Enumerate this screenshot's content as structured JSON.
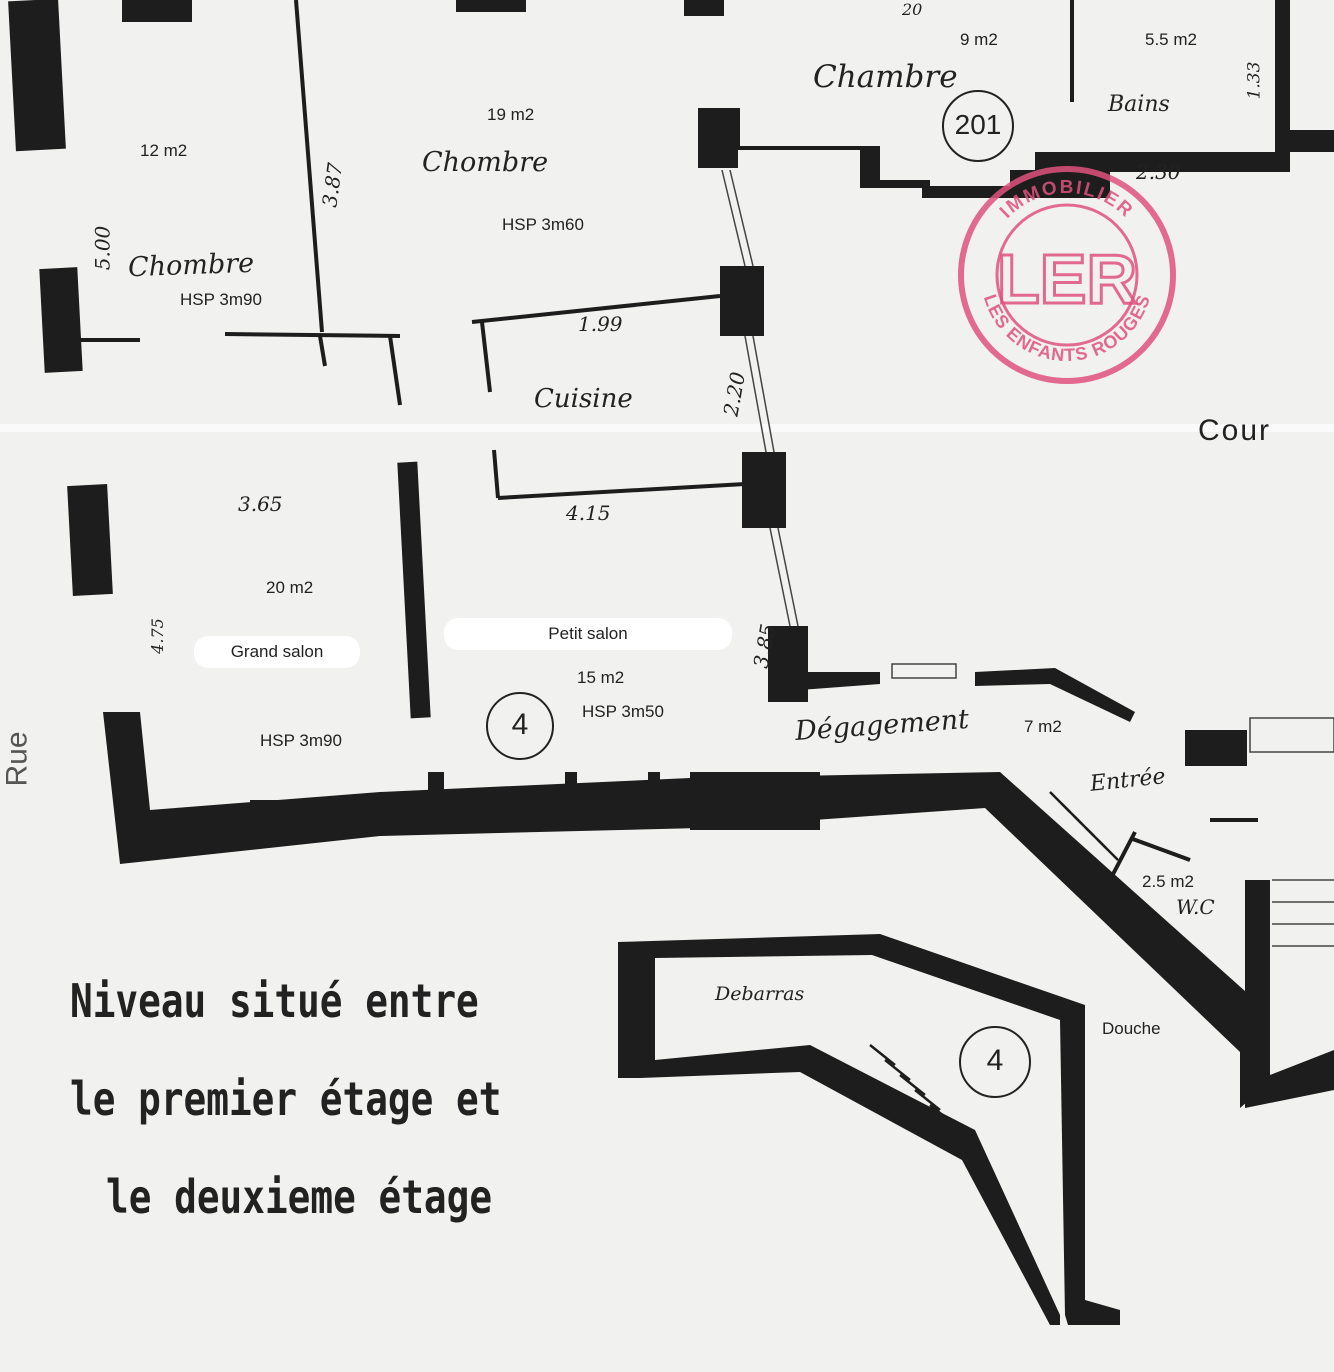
{
  "rooms": {
    "chambre_left": {
      "name": "Chombre",
      "area": "12 m2",
      "height": "HSP 3m90"
    },
    "chambre_mid": {
      "name": "Chombre",
      "area": "19 m2",
      "height": "HSP 3m60"
    },
    "chambre_top": {
      "name": "Chambre",
      "area": "9 m2"
    },
    "bains": {
      "name": "Bains",
      "area": "5.5 m2"
    },
    "cuisine": {
      "name": "Cuisine"
    },
    "grand_salon": {
      "name": "Grand salon",
      "area": "20 m2",
      "height": "HSP 3m90"
    },
    "petit_salon": {
      "name": "Petit salon",
      "area": "15 m2",
      "height": "HSP 3m50"
    },
    "degagement": {
      "name": "Dégagement",
      "area": "7 m2"
    },
    "entree": {
      "name": "Entrée"
    },
    "wc": {
      "name": "W.C",
      "area": "2.5 m2"
    },
    "douche": {
      "name": "Douche"
    },
    "debarras": {
      "name": "Debarras"
    }
  },
  "labels": {
    "cour": "Cour",
    "rue": "Rue",
    "unit_top": "201",
    "unit_main": "4",
    "unit_debarras": "4"
  },
  "dimensions": {
    "d_5_00": "5.00",
    "d_3_87": "3.87",
    "d_1_99": "1.99",
    "d_2_20": "2.20",
    "d_3_65": "3.65",
    "d_4_15": "4.15",
    "d_3_85": "3.85",
    "d_4_75": "4.75",
    "d_2_30": "2.30",
    "d_1_33": "1.33",
    "d_20": "20"
  },
  "caption": {
    "line1": "Niveau situé entre",
    "line2": "le premier étage  et",
    "line3": "le  deuxieme étage"
  },
  "stamp": {
    "top_text": "IMMOBILIER",
    "bottom_text": "LES ENFANTS ROUGES",
    "monogram": "LER",
    "color": "#e0527e"
  }
}
